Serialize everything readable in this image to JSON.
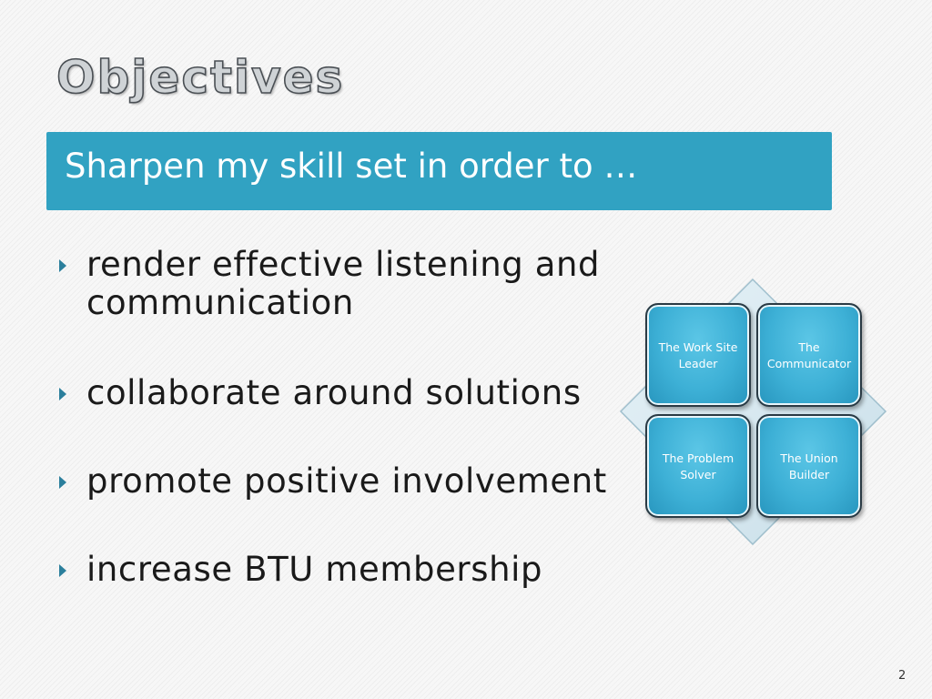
{
  "slide": {
    "title": "Objectives",
    "subtitle": "Sharpen my skill set in order to …",
    "bullets": [
      {
        "lines": [
          "render effective listening and",
          "communication"
        ]
      },
      {
        "lines": [
          "collaborate around solutions"
        ]
      },
      {
        "lines": [
          "promote positive involvement"
        ]
      },
      {
        "lines": [
          "increase BTU membership"
        ]
      }
    ],
    "diagram": {
      "tiles": [
        {
          "lines": [
            "The Work Site",
            "Leader"
          ]
        },
        {
          "lines": [
            "The",
            "Communicator"
          ]
        },
        {
          "lines": [
            "The Problem",
            "Solver"
          ]
        },
        {
          "lines": [
            "The Union",
            "Builder"
          ]
        }
      ]
    },
    "page_number": "2"
  },
  "colors": {
    "accent": "#31a2c2",
    "bullet_marker": "#2b7f9c",
    "tile_fill": "#3db0d6",
    "diamond_fill": "#d7e9f1"
  }
}
